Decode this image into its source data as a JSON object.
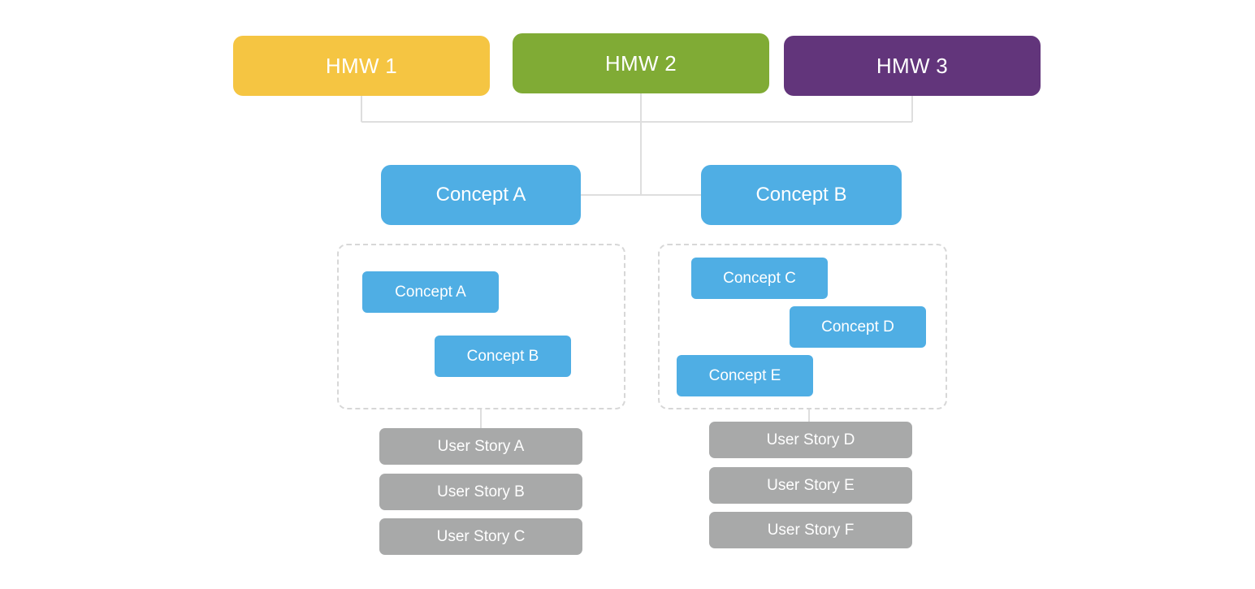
{
  "colors": {
    "hmw_1": "#f5c542",
    "hmw_2": "#80ab35",
    "hmw_3": "#62357b",
    "concept": "#4faee4",
    "user_story": "#a8a9a9",
    "connector": "#dedede",
    "group_border": "#d7d7d7"
  },
  "hmw": [
    {
      "label": "HMW 1"
    },
    {
      "label": "HMW 2"
    },
    {
      "label": "HMW 3"
    }
  ],
  "concepts": [
    {
      "label": "Concept A"
    },
    {
      "label": "Concept B"
    }
  ],
  "groups": [
    {
      "concepts": [
        {
          "label": "Concept A"
        },
        {
          "label": "Concept B"
        }
      ],
      "user_stories": [
        {
          "label": "User Story A"
        },
        {
          "label": "User Story B"
        },
        {
          "label": "User Story C"
        }
      ]
    },
    {
      "concepts": [
        {
          "label": "Concept C"
        },
        {
          "label": "Concept D"
        },
        {
          "label": "Concept E"
        }
      ],
      "user_stories": [
        {
          "label": "User Story D"
        },
        {
          "label": "User Story E"
        },
        {
          "label": "User Story F"
        }
      ]
    }
  ]
}
